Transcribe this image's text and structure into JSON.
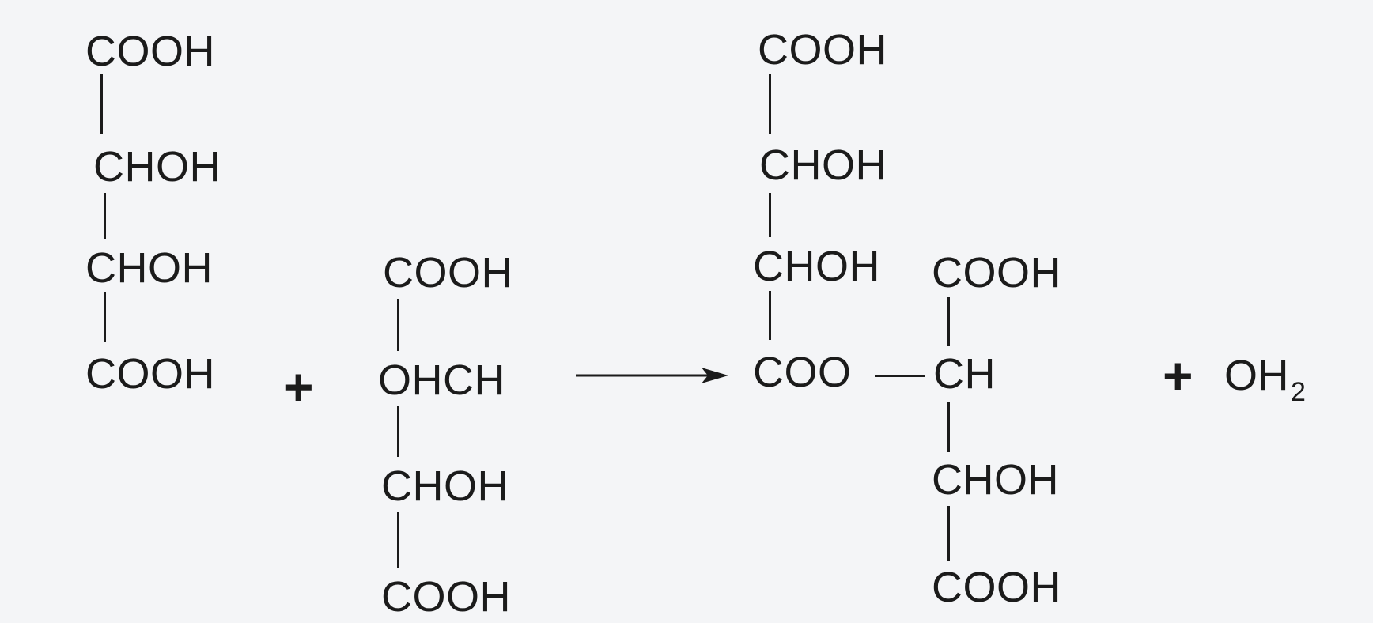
{
  "reactant_1": {
    "groups": [
      "COOH",
      "CHOH",
      "CHOH",
      "COOH"
    ]
  },
  "plus_1": "+",
  "reactant_2": {
    "groups": [
      "COOH",
      "OHCH",
      "CHOH",
      "COOH"
    ]
  },
  "product_chain_1": {
    "groups": [
      "COOH",
      "CHOH",
      "CHOH",
      "COO"
    ]
  },
  "product_chain_2": {
    "groups": [
      "COOH",
      "CH",
      "CHOH",
      "COOH"
    ]
  },
  "plus_2": "+",
  "byproduct": {
    "base": "OH",
    "subscript": "2"
  }
}
